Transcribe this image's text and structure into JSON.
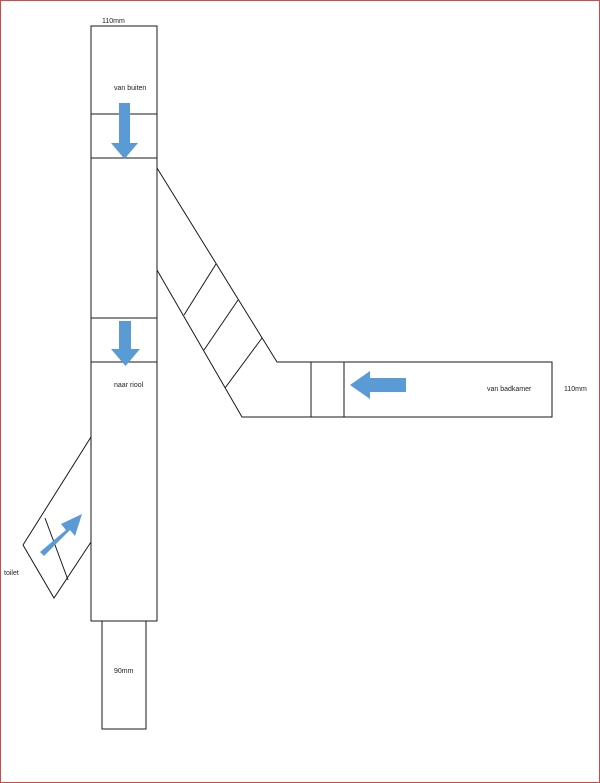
{
  "colors": {
    "frame": "#cc4a4a",
    "pipe_stroke": "#1a1a1a",
    "arrow_fill": "#5b9bd5",
    "background": "#ffffff"
  },
  "labels": {
    "top_size": "110mm",
    "inlet_outside": "van buiten",
    "outlet_sewer": "naar riool",
    "inlet_bathroom": "van badkamer",
    "right_size": "110mm",
    "toilet": "toilet",
    "bottom_size": "90mm"
  },
  "arrows": [
    {
      "id": "arrow-from-outside",
      "direction": "down"
    },
    {
      "id": "arrow-to-sewer",
      "direction": "down"
    },
    {
      "id": "arrow-from-bathroom",
      "direction": "left"
    },
    {
      "id": "arrow-from-toilet",
      "direction": "up-right"
    }
  ]
}
